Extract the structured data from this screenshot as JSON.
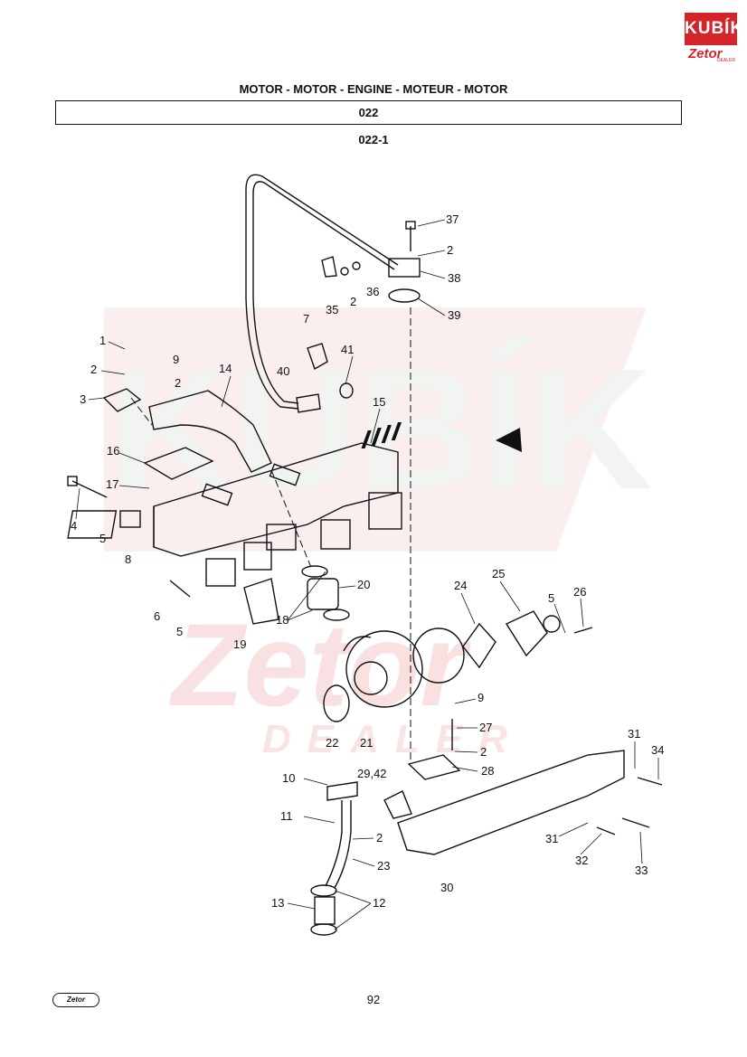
{
  "header": {
    "brand_logo": "KUBÍK",
    "brand_sub": "Zetor",
    "brand_dealer": "DEALER",
    "title": "MOTOR - MOTOR - ENGINE - MOTEUR - MOTOR",
    "section": "022",
    "subsection": "022-1"
  },
  "watermark": {
    "brand": "KUBÍK",
    "zetor": "Zetor",
    "dealer": "DEALER"
  },
  "part_labels": [
    "1",
    "2",
    "3",
    "9",
    "2",
    "14",
    "16",
    "17",
    "4",
    "5",
    "8",
    "6",
    "5",
    "19",
    "18",
    "20",
    "15",
    "7",
    "41",
    "40",
    "35",
    "2",
    "36",
    "37",
    "2",
    "38",
    "39",
    "24",
    "25",
    "5",
    "26",
    "22",
    "21",
    "9",
    "27",
    "2",
    "28",
    "29,42",
    "10",
    "11",
    "2",
    "23",
    "13",
    "12",
    "30",
    "31",
    "34",
    "31",
    "32",
    "33"
  ],
  "footer": {
    "logo": "Zetor",
    "page_number": "92"
  },
  "colors": {
    "ink": "#111111",
    "brand_red": "#d5232a",
    "watermark": "#f6dada"
  }
}
